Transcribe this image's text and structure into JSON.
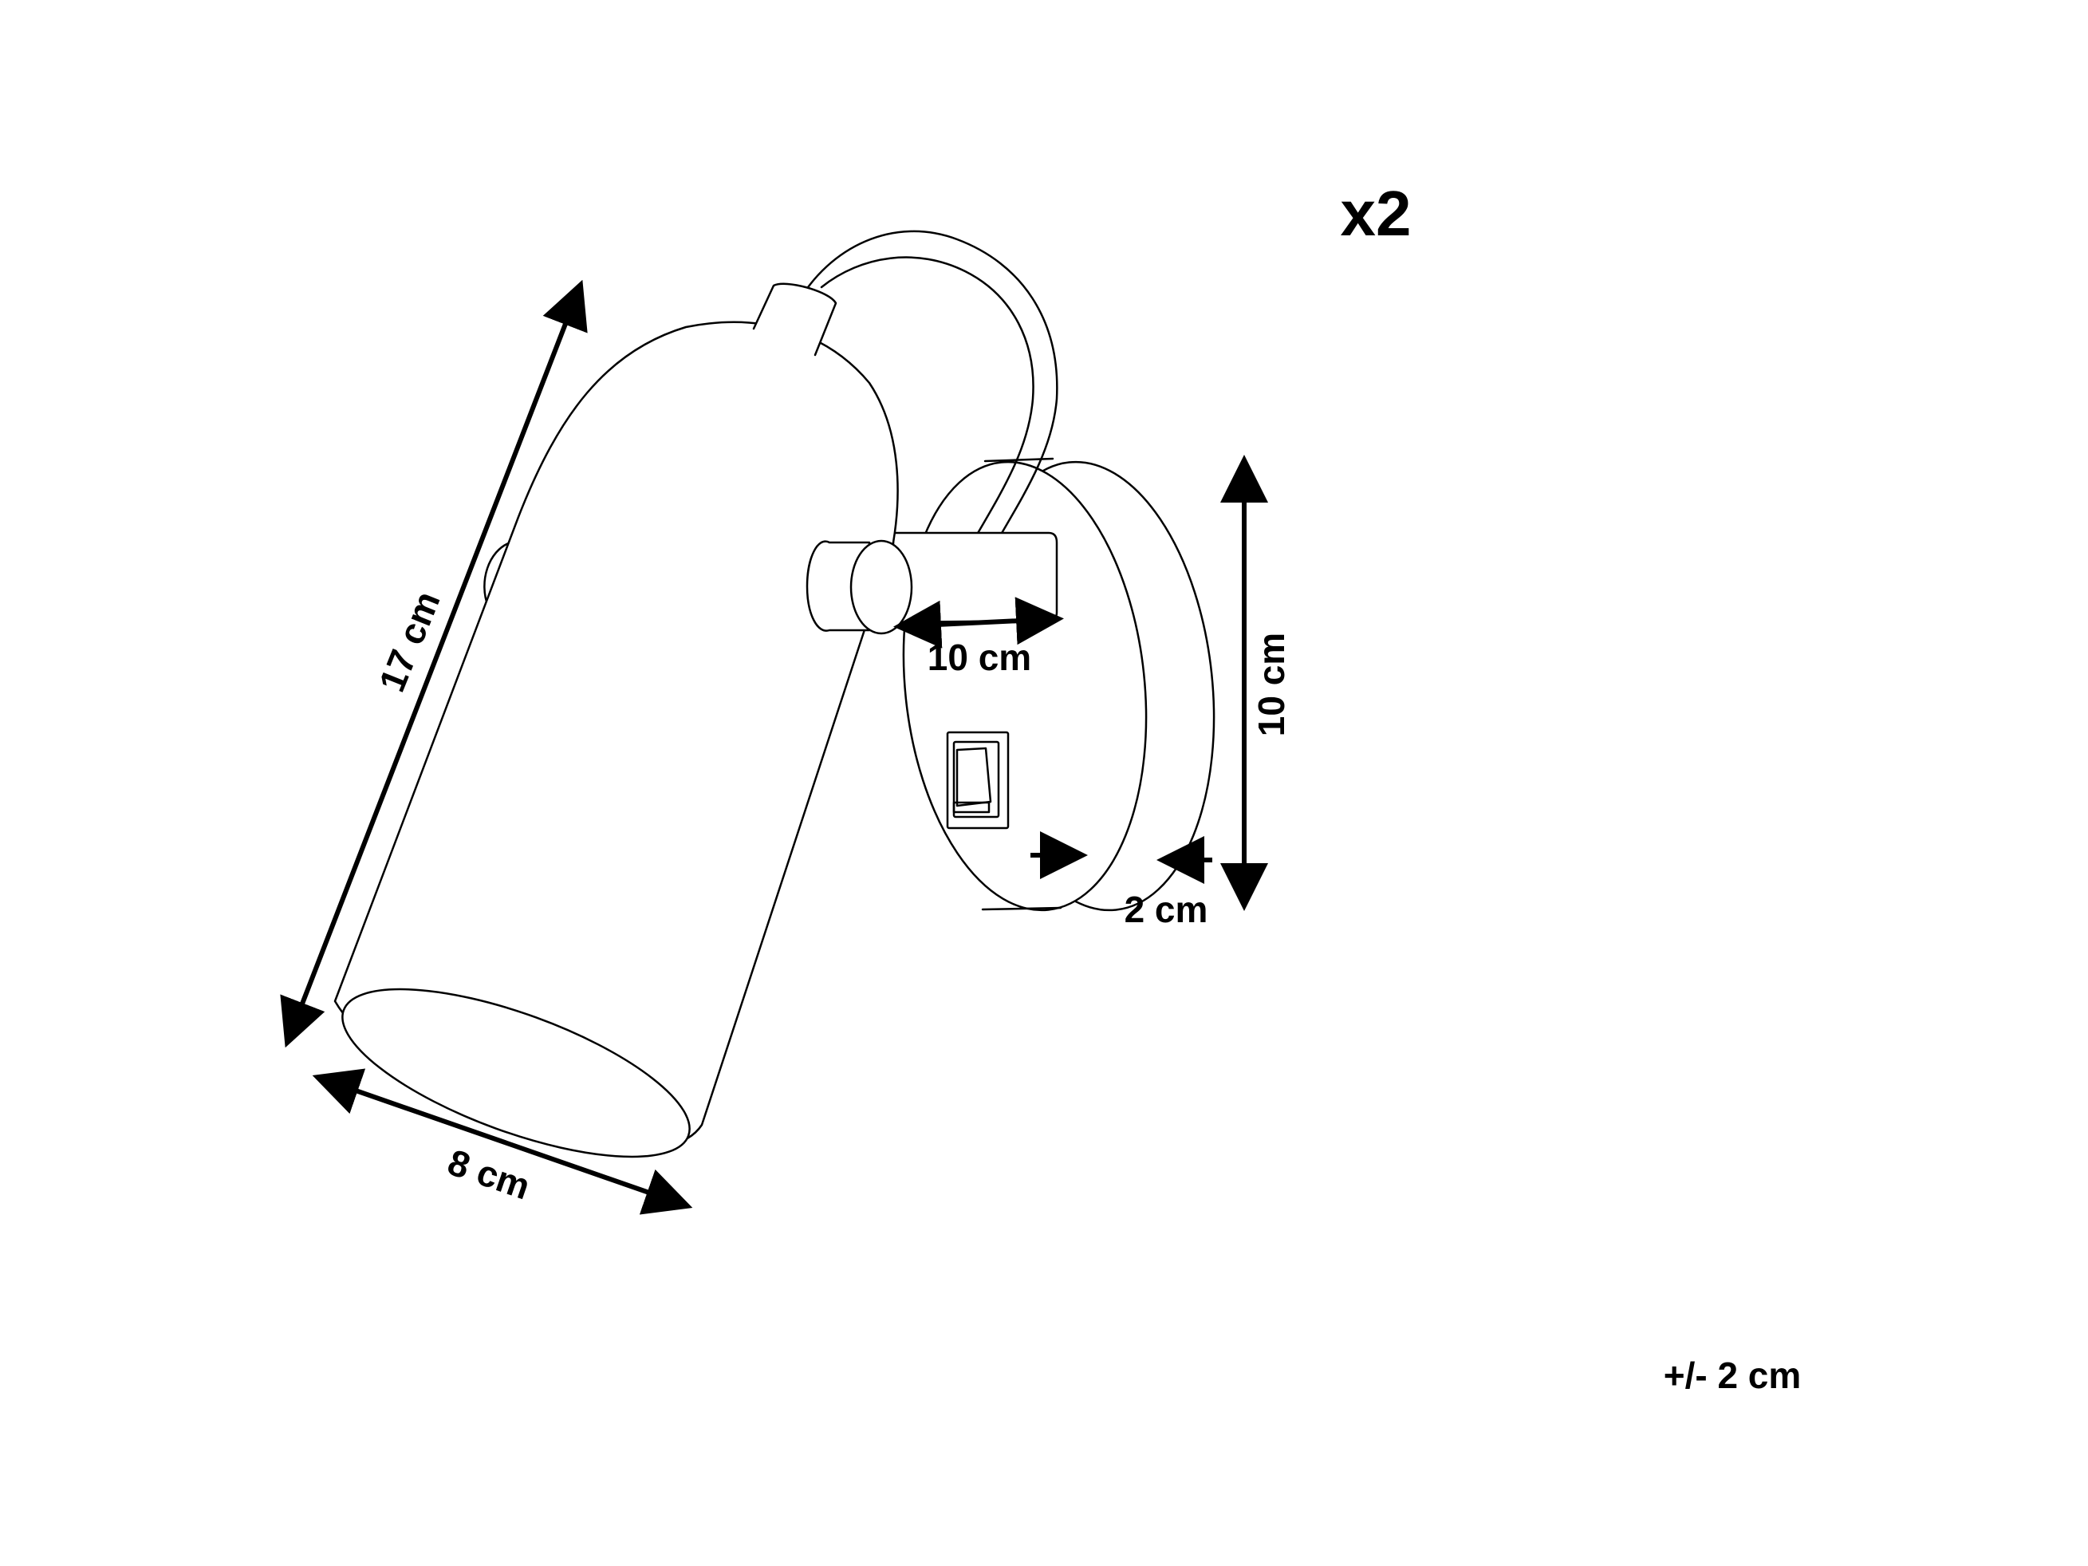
{
  "quantity_label": "x2",
  "tolerance_label": "+/- 2 cm",
  "dimensions": {
    "shade_length": "17 cm",
    "shade_diameter": "8 cm",
    "arm_width": "10 cm",
    "base_height": "10 cm",
    "base_depth": "2 cm"
  },
  "colors": {
    "line": "#000000",
    "background": "#ffffff"
  }
}
